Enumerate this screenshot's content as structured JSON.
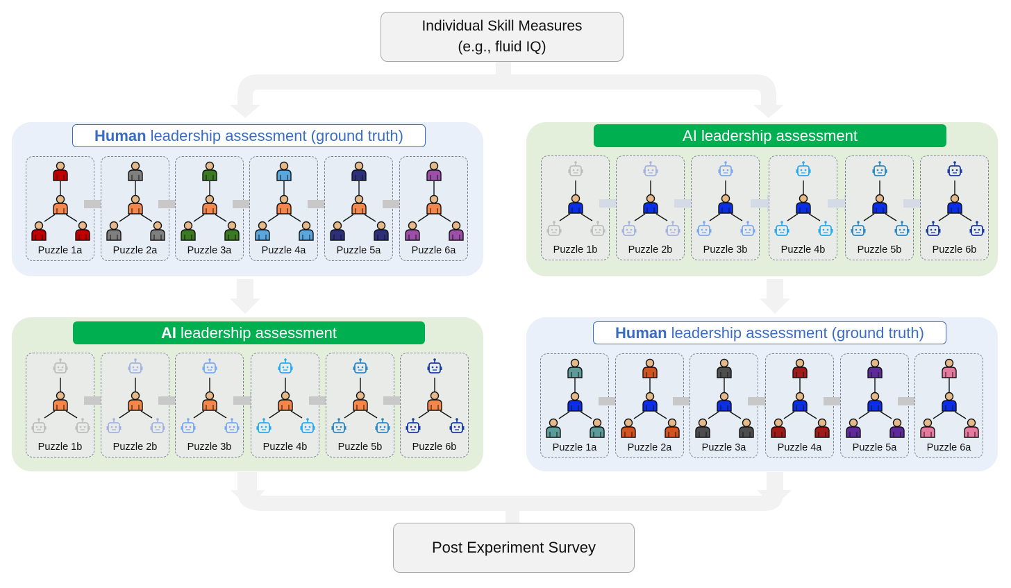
{
  "top_box": {
    "line1": "Individual Skill Measures",
    "line2": "(e.g., fluid IQ)"
  },
  "bottom_box": {
    "label": "Post Experiment Survey"
  },
  "panels": [
    {
      "kind": "human",
      "title_bold": "Human",
      "title_rest": "leadership assessment (ground truth)",
      "center_color": "#f4874b",
      "cards": [
        {
          "label": "Puzzle 1a",
          "color": "#c00000",
          "icon": "person"
        },
        {
          "label": "Puzzle 2a",
          "color": "#7f7f7f",
          "icon": "person"
        },
        {
          "label": "Puzzle 3a",
          "color": "#3b7a22",
          "icon": "person"
        },
        {
          "label": "Puzzle 4a",
          "color": "#5aa7e0",
          "icon": "person"
        },
        {
          "label": "Puzzle 5a",
          "color": "#2c2f7a",
          "icon": "person"
        },
        {
          "label": "Puzzle 6a",
          "color": "#9b4fa8",
          "icon": "person"
        }
      ]
    },
    {
      "kind": "ai",
      "title_bold": "",
      "title_rest": "AI leadership assessment",
      "center_color": "#0b2ee8",
      "cards": [
        {
          "label": "Puzzle 1b",
          "color": "#bdbdbd",
          "icon": "robot"
        },
        {
          "label": "Puzzle 2b",
          "color": "#a4b3de",
          "icon": "robot"
        },
        {
          "label": "Puzzle 3b",
          "color": "#7aa9ee",
          "icon": "robot"
        },
        {
          "label": "Puzzle 4b",
          "color": "#27a9ee",
          "icon": "robot"
        },
        {
          "label": "Puzzle 5b",
          "color": "#2a87c2",
          "icon": "robot"
        },
        {
          "label": "Puzzle 6b",
          "color": "#1a3aa3",
          "icon": "robot"
        }
      ]
    },
    {
      "kind": "ai",
      "title_bold": "AI",
      "title_rest": "leadership assessment",
      "center_color": "#f4874b",
      "cards": [
        {
          "label": "Puzzle 1b",
          "color": "#bdbdbd",
          "icon": "robot"
        },
        {
          "label": "Puzzle 2b",
          "color": "#a4b3de",
          "icon": "robot"
        },
        {
          "label": "Puzzle 3b",
          "color": "#7aa9ee",
          "icon": "robot"
        },
        {
          "label": "Puzzle 4b",
          "color": "#27a9ee",
          "icon": "robot"
        },
        {
          "label": "Puzzle 5b",
          "color": "#2a87c2",
          "icon": "robot"
        },
        {
          "label": "Puzzle 6b",
          "color": "#1a3aa3",
          "icon": "robot"
        }
      ]
    },
    {
      "kind": "human",
      "title_bold": "Human",
      "title_rest": "leadership assessment (ground truth)",
      "center_color": "#0b2ee8",
      "cards": [
        {
          "label": "Puzzle 1a",
          "color": "#5c9b99",
          "icon": "person"
        },
        {
          "label": "Puzzle 2a",
          "color": "#d3531e",
          "icon": "person"
        },
        {
          "label": "Puzzle 3a",
          "color": "#4d4d4d",
          "icon": "person"
        },
        {
          "label": "Puzzle 4a",
          "color": "#a11a1a",
          "icon": "person"
        },
        {
          "label": "Puzzle 5a",
          "color": "#5e2a9a",
          "icon": "person"
        },
        {
          "label": "Puzzle 6a",
          "color": "#e6799e",
          "icon": "person"
        }
      ]
    }
  ],
  "colors": {
    "connector": "#f2f2f2",
    "step_arrow": "#c8c8c8",
    "line": "#111111"
  }
}
